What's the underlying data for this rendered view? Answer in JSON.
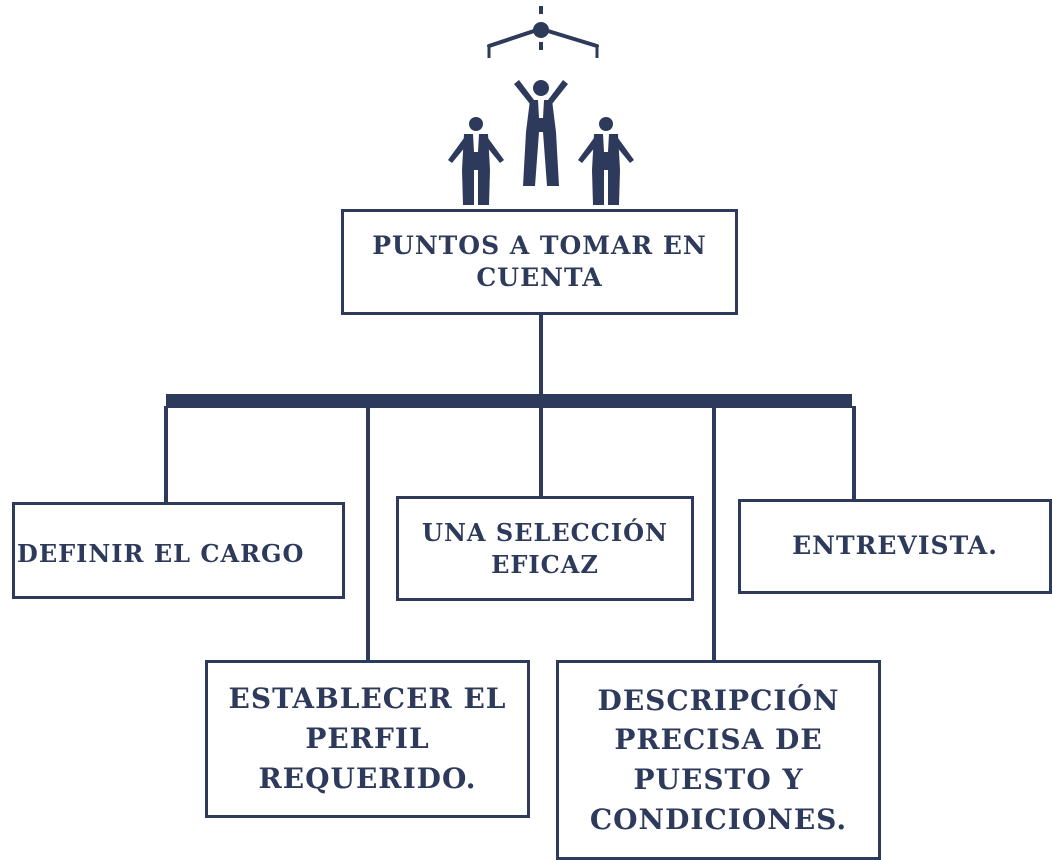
{
  "colors": {
    "ink": "#2e3a5c",
    "background": "#ffffff"
  },
  "icons": [
    "compass-icon",
    "business-team-icon"
  ],
  "root": {
    "label": "PUNTOS A TOMAR EN CUENTA"
  },
  "children": [
    {
      "label": "DEFINIR EL CARGO"
    },
    {
      "label": "ESTABLECER EL PERFIL REQUERIDO."
    },
    {
      "label": "UNA SELECCIÓN EFICAZ"
    },
    {
      "label": "DESCRIPCIÓN PRECISA DE PUESTO Y CONDICIONES."
    },
    {
      "label": "ENTREVISTA."
    }
  ]
}
